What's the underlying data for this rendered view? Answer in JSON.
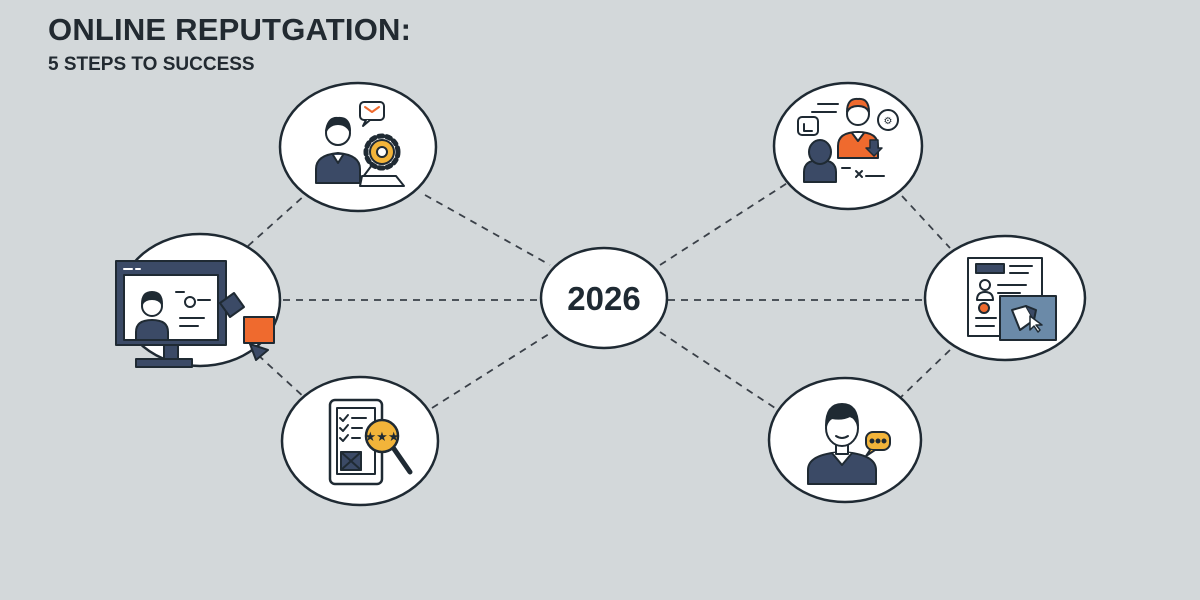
{
  "header": {
    "title": "ONLINE REPUTGATION:",
    "subtitle": "5 STEPS TO SUCCESS"
  },
  "center": {
    "label": "2026"
  },
  "nodes": [
    {
      "id": "analyst",
      "icon": "person-with-gear-and-magnifier-icon"
    },
    {
      "id": "monitor",
      "icon": "computer-monitor-profile-icon"
    },
    {
      "id": "reviews",
      "icon": "tablet-checklist-rating-icon"
    },
    {
      "id": "collaboration",
      "icon": "team-communication-icon"
    },
    {
      "id": "profile",
      "icon": "profile-document-icon"
    },
    {
      "id": "customer",
      "icon": "person-chat-bubble-icon"
    }
  ],
  "colors": {
    "background": "#d3d8da",
    "outline": "#1f2a33",
    "navy": "#3b4a66",
    "orange": "#ef6a2e",
    "yellow": "#f2b43a"
  }
}
